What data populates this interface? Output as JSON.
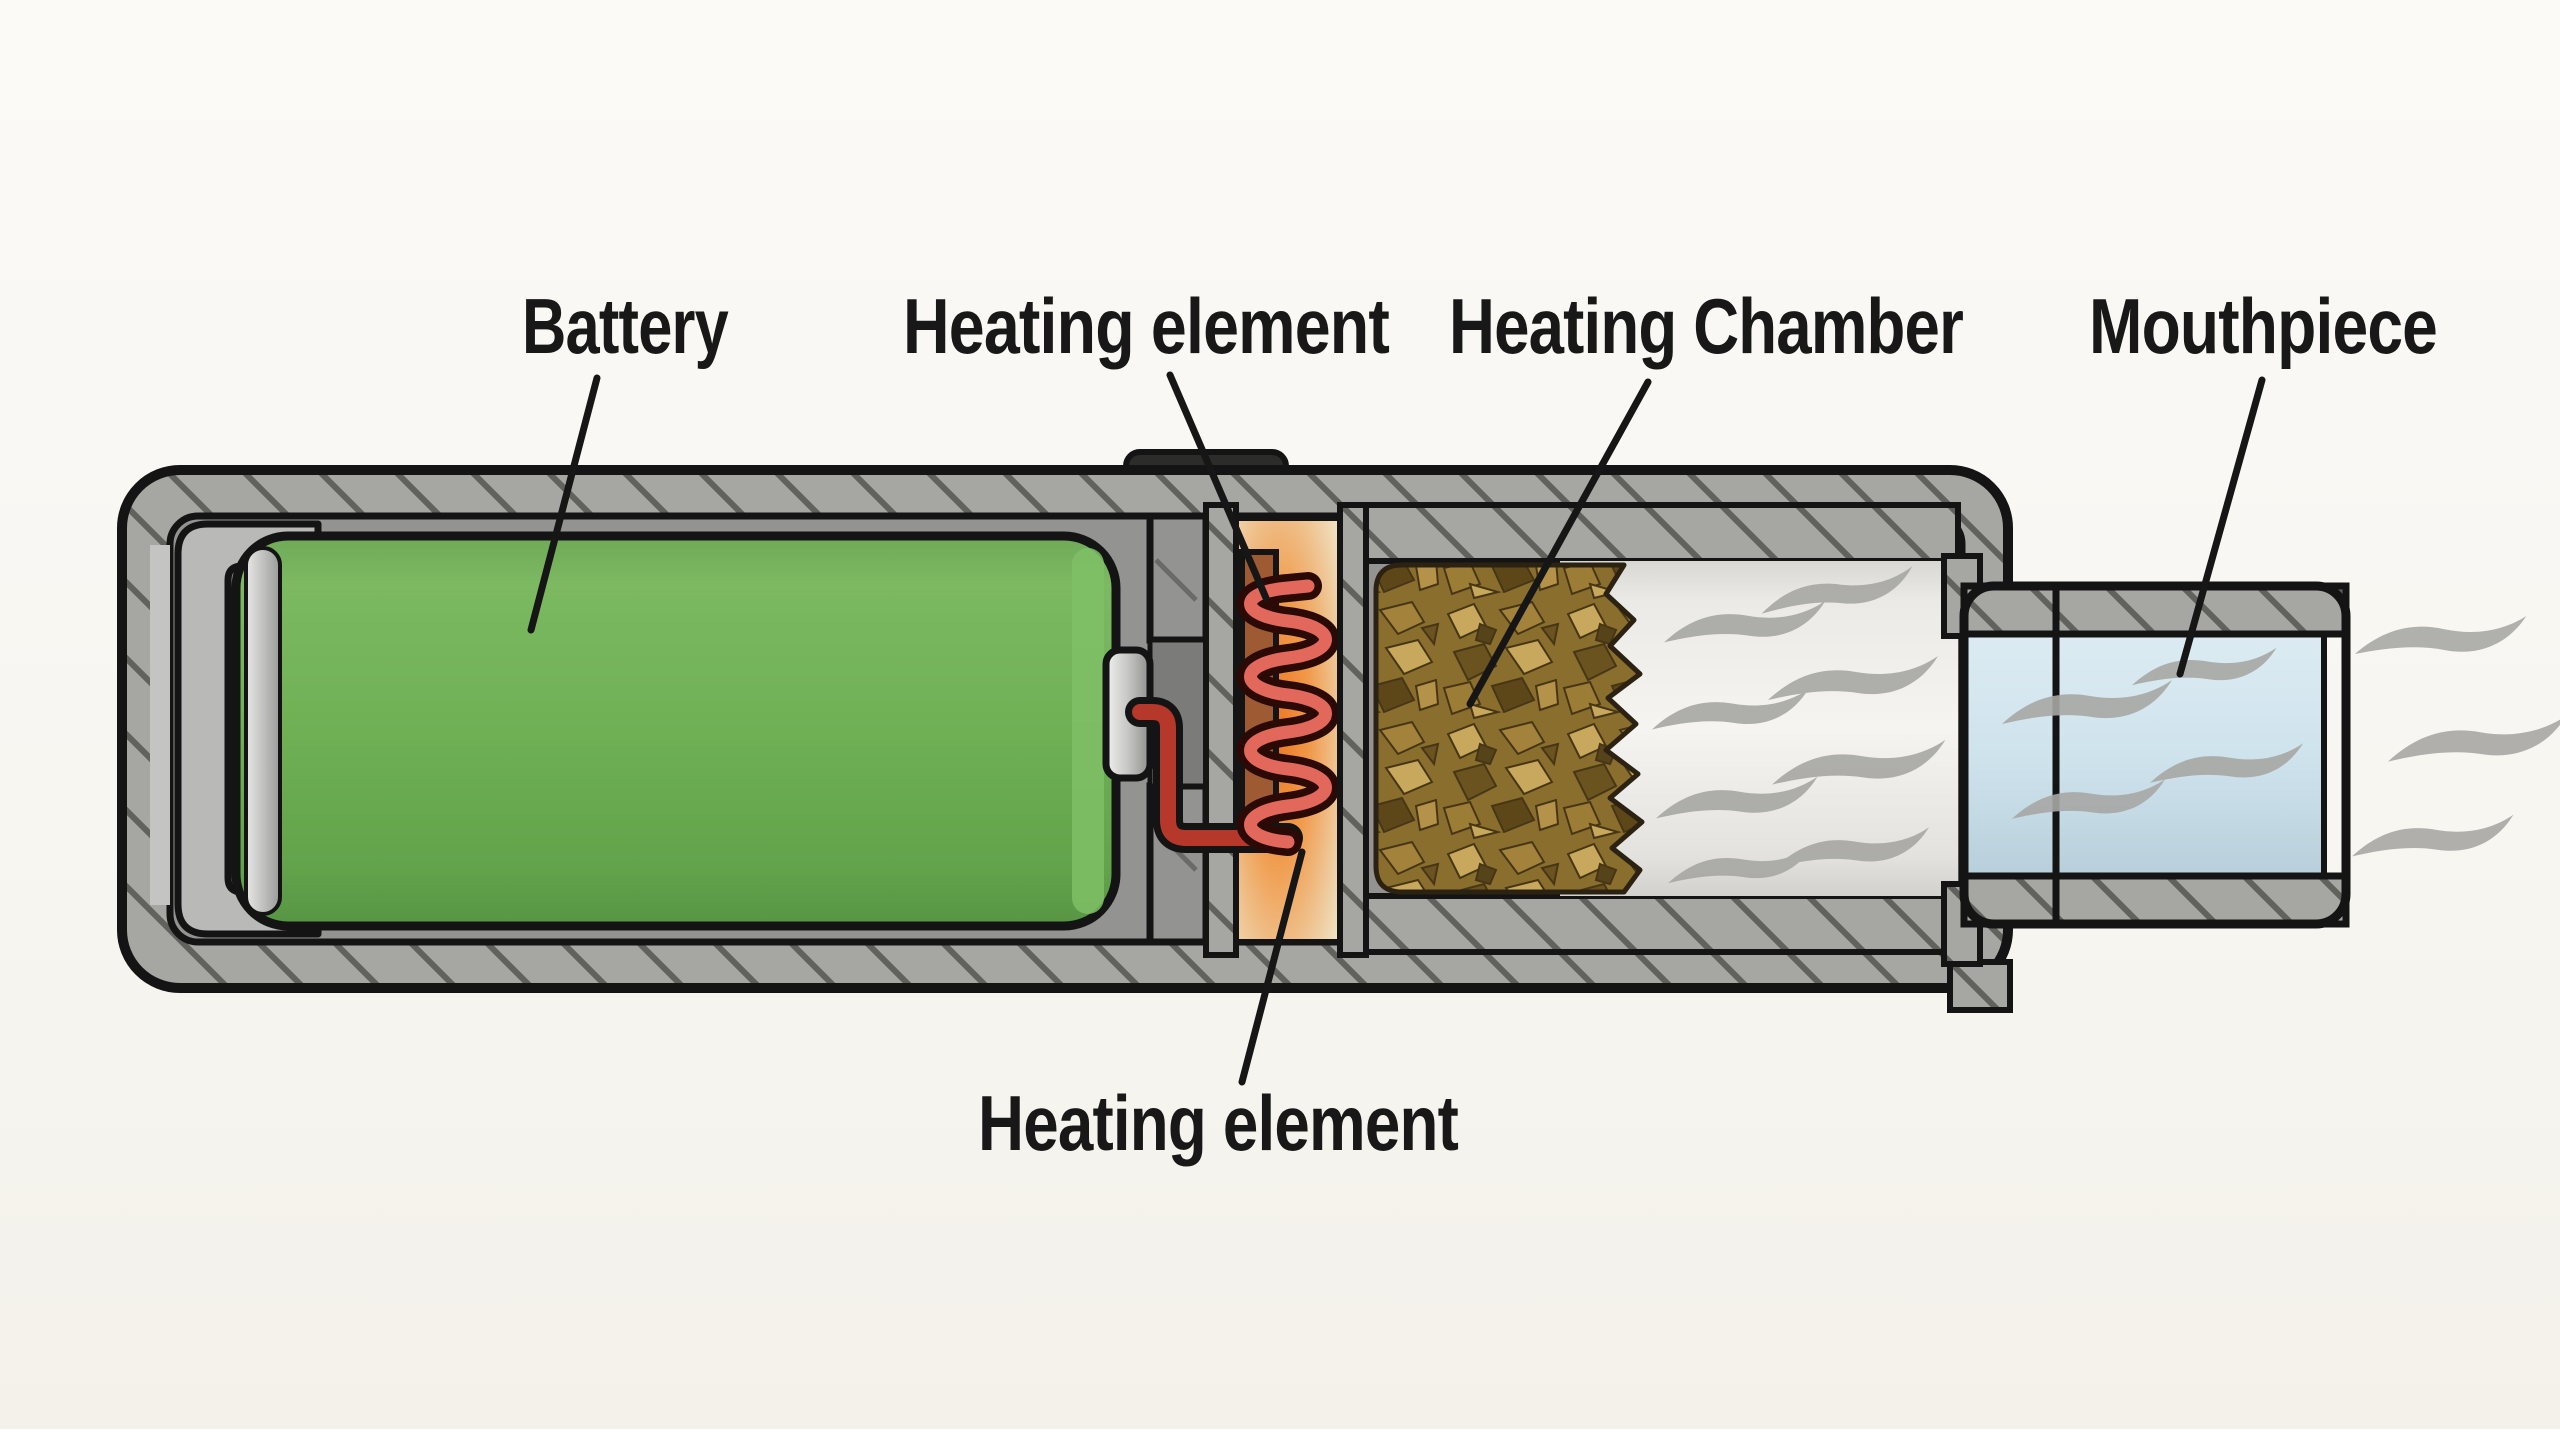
{
  "diagram": {
    "type": "vaporizer-cross-section",
    "background": "#f8f6f1",
    "labels": {
      "battery": "Battery",
      "heating_element_top": "Heating element",
      "heating_chamber": "Heating Chamber",
      "mouthpiece": "Mouthpiece",
      "heating_element_bottom": "Heating element"
    },
    "colors": {
      "outline": "#141414",
      "casing_gray": "#a6a6a3",
      "casing_hatch_line": "#61615e",
      "liner_gray": "#939391",
      "end_cap_gray": "#b9b9b7",
      "battery_green": "#6fb055",
      "terminal_silver": "#c6c6c4",
      "wire_red": "#b5382a",
      "coil_red": "#e3685c",
      "coil_outline": "#2b0a05",
      "glow_orange": "#ee7a24",
      "plate_brown": "#9d5a33",
      "herb_brown": "#8a6e2d",
      "vapor_wave_gray": "#a7a7a4",
      "mouthpiece_blue": "#cfe3ed",
      "button_dark": "#2c2c2a",
      "label_text": "#181818"
    }
  }
}
